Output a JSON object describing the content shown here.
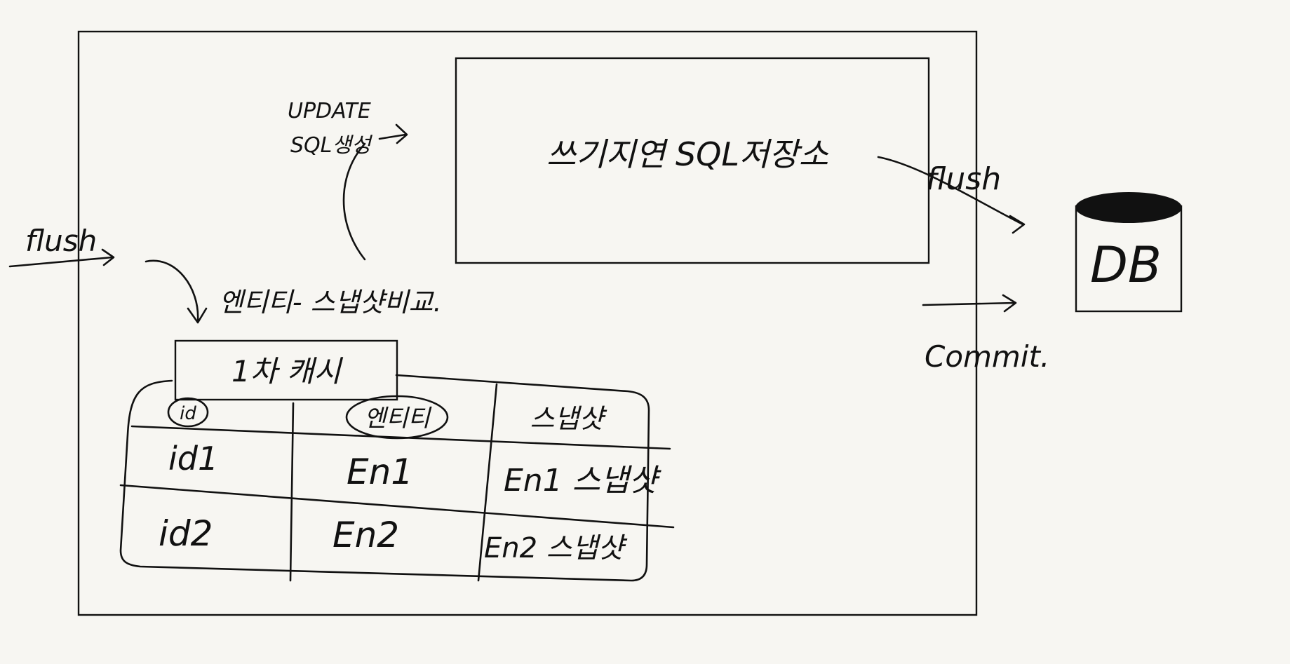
{
  "labels": {
    "sql_store": "쓰기지연 SQL저장소",
    "update_sql": "UPDATE",
    "update_sql_2": "SQL생성",
    "flush_left": "flush",
    "flush_right": "flush",
    "commit": "Commit.",
    "compare": "엔티티- 스냅샷비교.",
    "first_cache": "1차 캐시",
    "db": "DB"
  },
  "cache_table": {
    "headers": [
      "id",
      "엔티티",
      "스냅샷"
    ],
    "rows": [
      [
        "id1",
        "En1",
        "En1 스냅샷"
      ],
      [
        "id2",
        "En2",
        "En2 스냅샷"
      ]
    ]
  },
  "colors": {
    "ink": "#111111",
    "paper": "#f7f6f2"
  }
}
